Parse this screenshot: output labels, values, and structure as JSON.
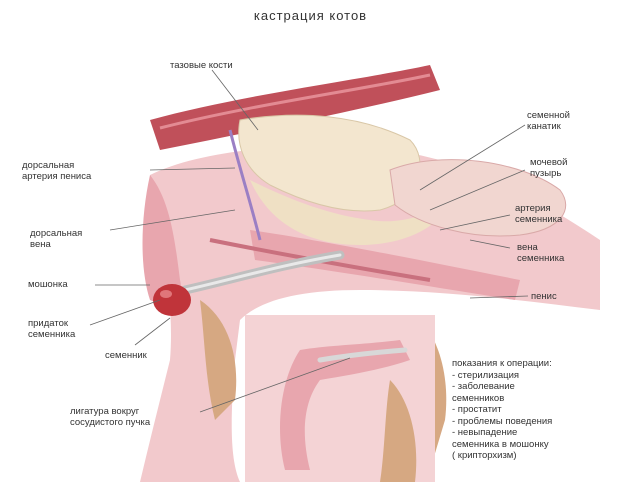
{
  "title": "кастрация   котов",
  "labels": {
    "pelvic_bones": "тазовые кости",
    "vas_deferens": "семенной\nканатик",
    "dorsal_artery": "дорсальная\nартерия пениса",
    "bladder": "мочевой\nпузырь",
    "testicular_artery": "артерия\nсеменника",
    "dorsal_vein": "дорсальная\nвена",
    "testicular_vein": "вена\nсеменника",
    "scrotum": "мошонка",
    "penis": "пенис",
    "epididymis": "придаток\nсеменника",
    "testicle": "семенник",
    "ligature": "лигатура вокруг\nсосудистого пучка"
  },
  "indications": {
    "heading": "показания к операции:",
    "items": [
      "- стерилизация",
      "- заболевание",
      "семенников",
      "- простатит",
      "- проблемы поведения",
      "- невыпадение",
      "семенника в мошонку",
      "( крипторхизм)"
    ]
  },
  "colors": {
    "flesh": "#e8a6ae",
    "flesh_dark": "#c9707e",
    "muscle": "#c0505a",
    "bone": "#f3e6cf",
    "testicle": "#c0343a",
    "vessel": "#9b7fc4",
    "tan": "#d6a882"
  }
}
